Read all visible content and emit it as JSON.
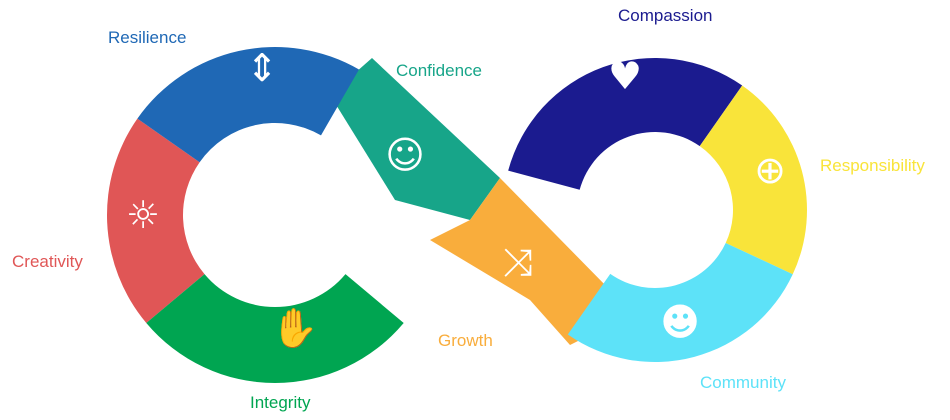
{
  "segments": [
    {
      "key": "resilience",
      "label": "Resilience",
      "color": "#1f68b5",
      "icon": "up-down-arrows-icon",
      "glyph": "⇕"
    },
    {
      "key": "creativity",
      "label": "Creativity",
      "color": "#e05656",
      "icon": "brain-bulb-icon",
      "glyph": "☼"
    },
    {
      "key": "integrity",
      "label": "Integrity",
      "color": "#00a551",
      "icon": "handshake-icon",
      "glyph": "✋"
    },
    {
      "key": "confidence",
      "label": "Confidence",
      "color": "#17a589",
      "icon": "raised-arms-person-icon",
      "glyph": "☺"
    },
    {
      "key": "growth",
      "label": "Growth",
      "color": "#f9ad3c",
      "icon": "branching-arrows-icon",
      "glyph": "⤨"
    },
    {
      "key": "compassion",
      "label": "Compassion",
      "color": "#1b1b8f",
      "icon": "heart-handshake-icon",
      "glyph": "♥"
    },
    {
      "key": "responsibility",
      "label": "Responsibility",
      "color": "#f9e43a",
      "icon": "globe-in-hand-icon",
      "glyph": "⊕"
    },
    {
      "key": "community",
      "label": "Community",
      "color": "#5de2f8",
      "icon": "group-people-icon",
      "glyph": "☻"
    }
  ]
}
